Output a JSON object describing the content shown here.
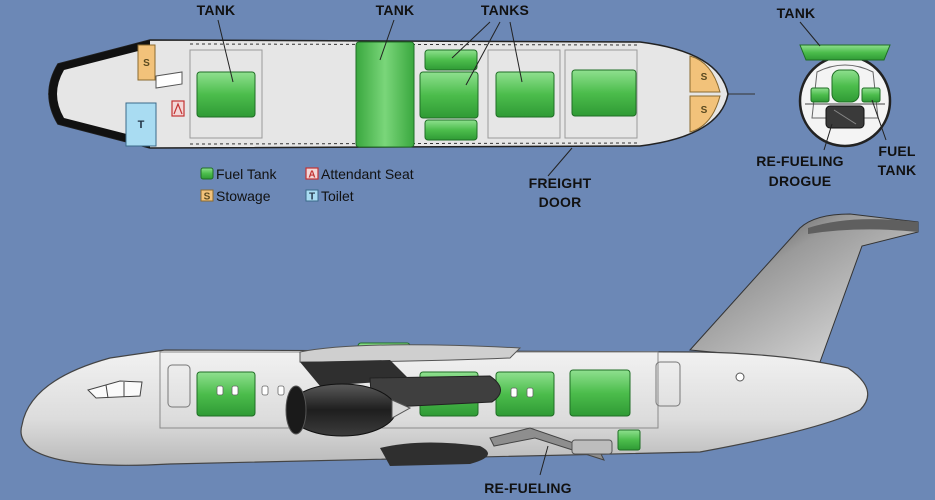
{
  "labels": {
    "tank_left": "TANK",
    "tank_center": "TANK",
    "tanks": "TANKS",
    "tank_right": "TANK",
    "refueling_drogue_line1": "RE-FUELING",
    "refueling_drogue_line2": "DROGUE",
    "fuel_tank_line1": "FUEL",
    "fuel_tank_line2": "TANK",
    "freight_door_line1": "FREIGHT",
    "freight_door_line2": "DOOR",
    "refueling_bottom": "RE-FUELING"
  },
  "legend": {
    "fuel_tank": "Fuel Tank",
    "attendant_seat": "Attendant Seat",
    "stowage": "Stowage",
    "toilet": "Toilet",
    "stowage_code": "S",
    "toilet_code": "T",
    "attendant_code": "A"
  },
  "plan_codes": {
    "stowage_front": "S",
    "stowage_rear_top": "S",
    "stowage_rear_bottom": "S",
    "toilet": "T"
  },
  "colors": {
    "background": "#6c88b6",
    "fuel_tank": "#5cc85c",
    "stowage": "#f2c27a",
    "toilet": "#a9dcf2",
    "attendant_seat": "#c33333",
    "fuselage": "#e4e4e4"
  }
}
